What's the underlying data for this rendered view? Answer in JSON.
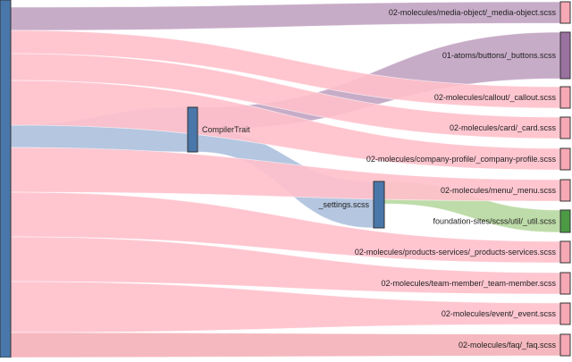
{
  "diagram": {
    "type": "sankey",
    "colors": {
      "flow_default": "#ffc0cb",
      "flow_blue": "#9bb3d6",
      "flow_purple": "#b490b6",
      "flow_green": "#a8d08c",
      "flow_deep_pink": "#f2a0a8",
      "node_blue": "#4a77aa",
      "node_pink": "#f6a8b4",
      "node_purple": "#9a72a0",
      "node_green": "#4c9a44"
    },
    "nodes": [
      {
        "id": "root",
        "label": "",
        "color": "node_blue"
      },
      {
        "id": "compiler",
        "label": "CompilerTrait",
        "color": "node_blue"
      },
      {
        "id": "settings",
        "label": "_settings.scss",
        "color": "node_blue"
      },
      {
        "id": "media",
        "label": "02-molecules/media-object/_media-object.scss",
        "color": "node_pink"
      },
      {
        "id": "buttons",
        "label": "01-atoms/buttons/_buttons.scss",
        "color": "node_purple"
      },
      {
        "id": "callout",
        "label": "02-molecules/callout/_callout.scss",
        "color": "node_pink"
      },
      {
        "id": "card",
        "label": "02-molecules/card/_card.scss",
        "color": "node_pink"
      },
      {
        "id": "company",
        "label": "02-molecules/company-profile/_company-profile.scss",
        "color": "node_pink"
      },
      {
        "id": "menu",
        "label": "02-molecules/menu/_menu.scss",
        "color": "node_pink"
      },
      {
        "id": "util",
        "label": "foundation-sites/scss/util/_util.scss",
        "color": "node_green"
      },
      {
        "id": "products",
        "label": "02-molecules/products-services/_products-services.scss",
        "color": "node_pink"
      },
      {
        "id": "team",
        "label": "02-molecules/team-member/_team-member.scss",
        "color": "node_pink"
      },
      {
        "id": "event",
        "label": "02-molecules/event/_event.scss",
        "color": "node_pink"
      },
      {
        "id": "faq",
        "label": "02-molecules/faq/_faq.scss",
        "color": "node_pink"
      }
    ],
    "links": [
      {
        "source": "root",
        "target": "media",
        "color": "flow_purple"
      },
      {
        "source": "root",
        "target": "compiler",
        "color": "flow_blue"
      },
      {
        "source": "compiler",
        "target": "buttons",
        "color": "flow_purple"
      },
      {
        "source": "compiler",
        "target": "settings",
        "color": "flow_blue"
      },
      {
        "source": "settings",
        "target": "util",
        "color": "flow_green"
      },
      {
        "source": "root",
        "target": "callout",
        "color": "flow_default"
      },
      {
        "source": "root",
        "target": "card",
        "color": "flow_default"
      },
      {
        "source": "root",
        "target": "company",
        "color": "flow_default"
      },
      {
        "source": "root",
        "target": "menu",
        "color": "flow_default"
      },
      {
        "source": "root",
        "target": "products",
        "color": "flow_default"
      },
      {
        "source": "root",
        "target": "team",
        "color": "flow_default"
      },
      {
        "source": "root",
        "target": "event",
        "color": "flow_default"
      },
      {
        "source": "root",
        "target": "faq",
        "color": "flow_deep_pink"
      }
    ]
  }
}
